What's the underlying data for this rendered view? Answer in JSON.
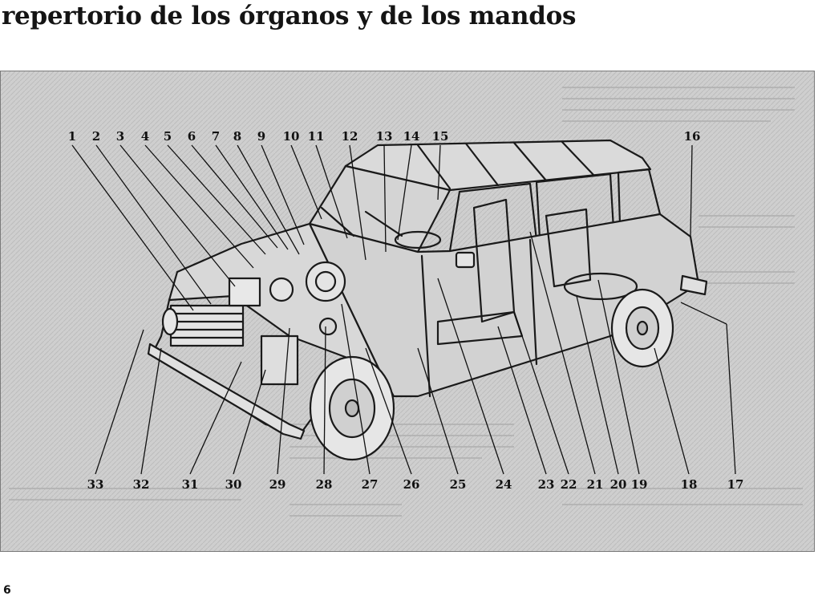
{
  "title": "repertorio de los órganos y de los mandos",
  "page_number": "6",
  "colors": {
    "background": "#ffffff",
    "figure_fill": "#c9c9c9",
    "ink": "#141414"
  },
  "callouts_top": [
    "1",
    "2",
    "3",
    "4",
    "5",
    "6",
    "7",
    "8",
    "9",
    "10",
    "11",
    "12",
    "13",
    "14",
    "15",
    "16"
  ],
  "callouts_bottom": [
    "33",
    "32",
    "31",
    "30",
    "29",
    "28",
    "27",
    "26",
    "25",
    "24",
    "23",
    "22",
    "21",
    "20",
    "19",
    "18",
    "17"
  ]
}
